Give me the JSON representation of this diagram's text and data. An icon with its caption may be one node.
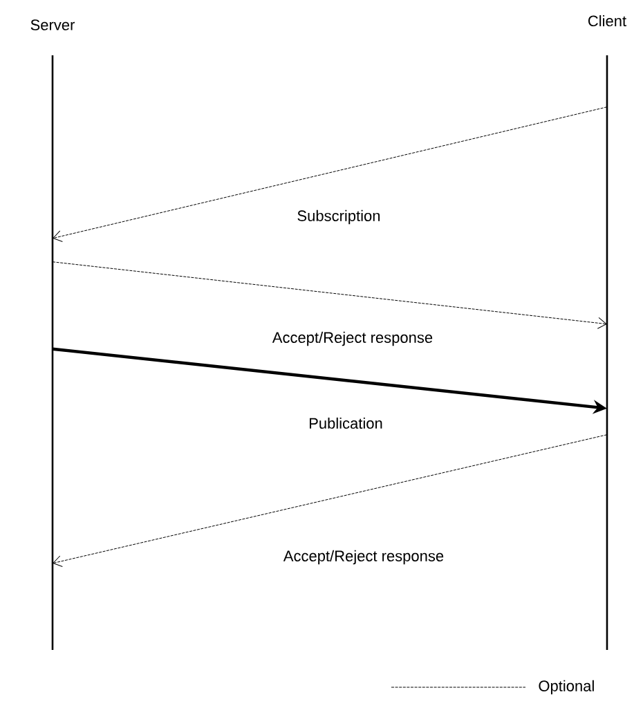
{
  "diagram": {
    "nodes": [
      {
        "text": [
          "Server"
        ]
      },
      {
        "text": [
          "Client"
        ]
      }
    ],
    "edges": [
      {
        "from": 1,
        "to": 0,
        "arrow": "to",
        "label": "Subscription",
        "style": "dashed"
      },
      {
        "from": 0,
        "to": 1,
        "arrow": "to",
        "label": "Accept/Reject response",
        "style": "dashed"
      },
      {
        "from": 0,
        "to": 1,
        "arrow": "to",
        "label": "Publication",
        "style": "thick"
      },
      {
        "from": 1,
        "to": 0,
        "arrow": "to",
        "label": "Accept/Reject response",
        "style": "dashed"
      }
    ],
    "legend": [
      {
        "text": "Optional"
      }
    ]
  }
}
